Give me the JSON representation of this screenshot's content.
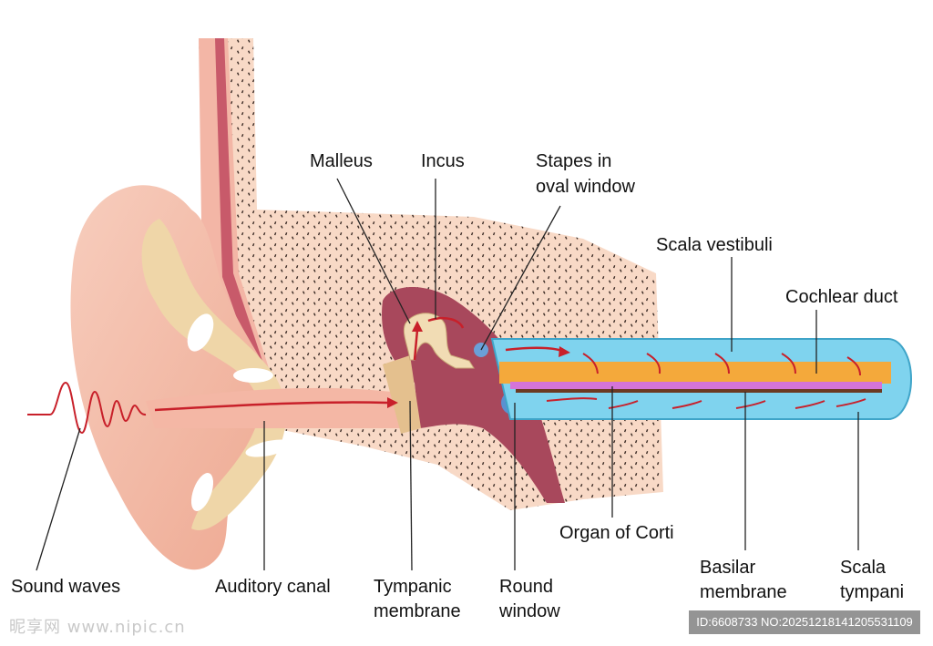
{
  "labels": {
    "malleus": "Malleus",
    "incus": "Incus",
    "stapes_line1": "Stapes in",
    "stapes_line2": "oval window",
    "scala_vestibuli": "Scala vestibuli",
    "cochlear_duct": "Cochlear duct",
    "organ_of_corti": "Organ of Corti",
    "sound_waves": "Sound waves",
    "auditory_canal": "Auditory canal",
    "tympanic_line1": "Tympanic",
    "tympanic_line2": "membrane",
    "round_line1": "Round",
    "round_line2": "window",
    "basilar_line1": "Basilar",
    "basilar_line2": "membrane",
    "scala_tympani_line1": "Scala",
    "scala_tympani_line2": "tympani"
  },
  "watermark": {
    "site": "昵享网 www.nipic.cn",
    "id": "ID:6608733 NO:20251218141205531109"
  },
  "colors": {
    "skin": "#f6c8b4",
    "bone": "#f8d9c6",
    "cartilage": "#efd6a8",
    "cavity": "#a8485c",
    "cochlea_fluid": "#7fd3ee",
    "cochlear_duct": "#f4a93b",
    "basilar": "#d474d8",
    "arrow": "#c8202a"
  }
}
